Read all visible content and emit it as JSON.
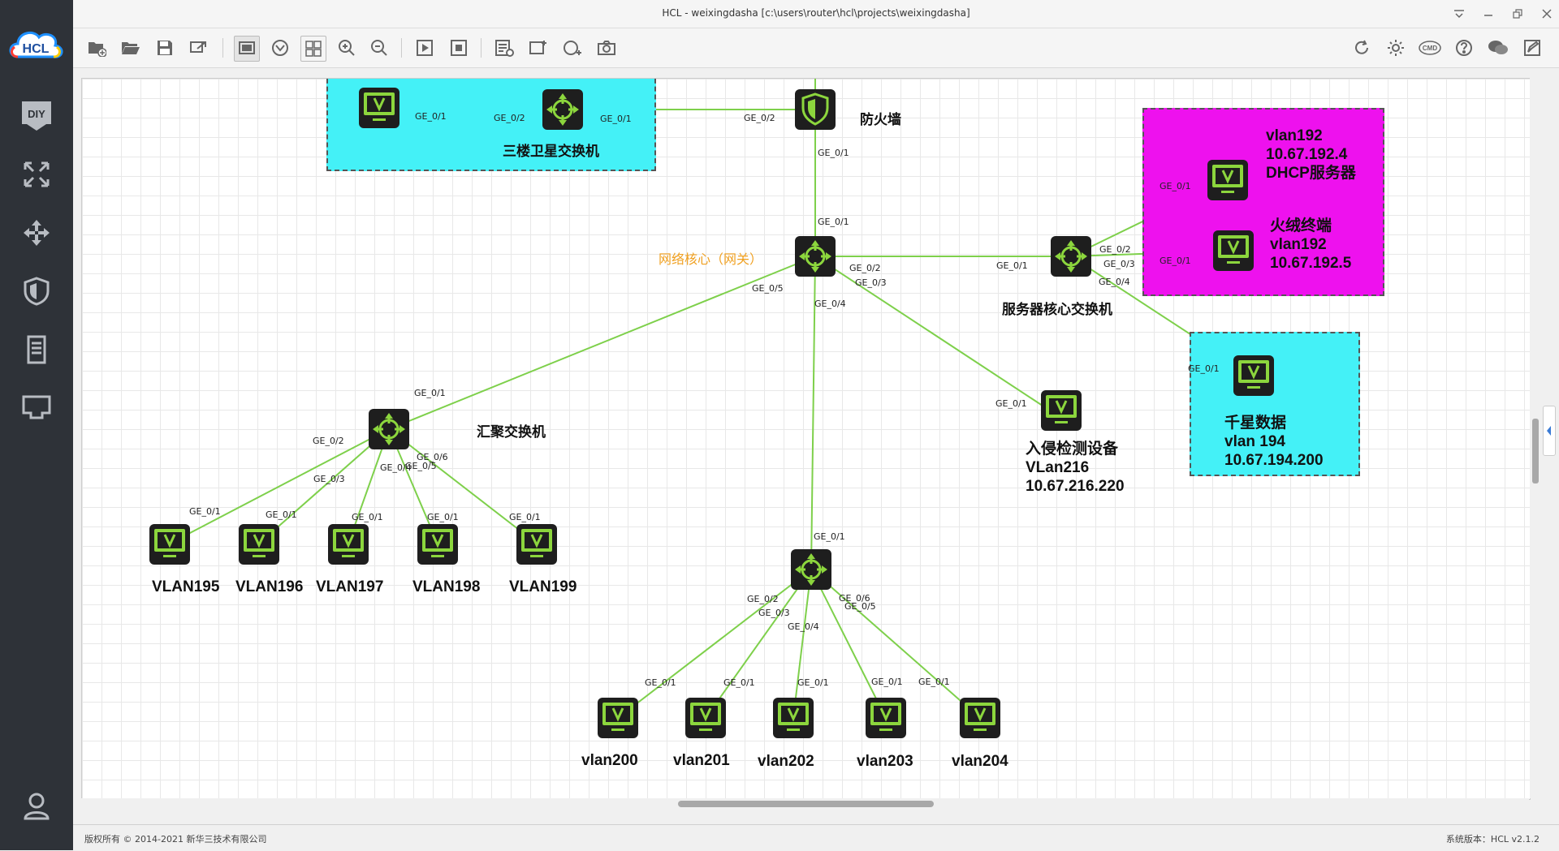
{
  "window": {
    "title": "HCL - weixingdasha [c:\\users\\router\\hcl\\projects\\weixingdasha]"
  },
  "app": {
    "logo_text": "HCL"
  },
  "sidebar": {
    "items": [
      {
        "name": "diy-icon",
        "label": "DIY"
      },
      {
        "name": "topology-icon"
      },
      {
        "name": "router-icon"
      },
      {
        "name": "firewall-icon"
      },
      {
        "name": "server-icon"
      },
      {
        "name": "port-icon"
      },
      {
        "name": "user-icon"
      }
    ]
  },
  "toolbar": {
    "left": [
      "new-project-icon",
      "open-folder-icon",
      "save-icon",
      "export-icon",
      "snapshot-icon",
      "virtual-icon",
      "grid-icon",
      "zoom-in-icon",
      "zoom-out-icon",
      "start-icon",
      "stop-icon",
      "list-icon",
      "add-device-icon",
      "add-link-icon",
      "camera-icon"
    ],
    "right": [
      "refresh-icon",
      "gear-icon",
      "cmd-icon",
      "help-icon",
      "wechat-icon",
      "feedback-icon"
    ],
    "cmd_label": "CMD"
  },
  "topology": {
    "areas": [
      {
        "id": "area-3f",
        "color": "#44f1f7"
      },
      {
        "id": "area-dhcp",
        "color": "#ee11ee"
      },
      {
        "id": "area-qianxing",
        "color": "#44f1f7"
      }
    ],
    "names": {
      "sanlou": "三楼卫星交换机",
      "firewall": "防火墙",
      "core": "网络核心（网关）",
      "server_core": "服务器核心交换机",
      "huiju": "汇聚交换机",
      "dhcp_l1": "vlan192",
      "dhcp_l2": "10.67.192.4",
      "dhcp_l3": "DHCP服务器",
      "hx_l1": "火绒终端",
      "hx_l2": "vlan192",
      "hx_l3": "10.67.192.5",
      "qx_l1": "千星数据",
      "qx_l2": "vlan 194",
      "qx_l3": "10.67.194.200",
      "ids_l1": "入侵检测设备",
      "ids_l2": "VLan216",
      "ids_l3": "10.67.216.220",
      "vlan195": "VLAN195",
      "vlan196": "VLAN196",
      "vlan197": "VLAN197",
      "vlan198": "VLAN198",
      "vlan199": "VLAN199",
      "vlan200": "vlan200",
      "vlan201": "vlan201",
      "vlan202": "vlan202",
      "vlan203": "vlan203",
      "vlan204": "vlan204"
    },
    "ports": {
      "p1": "GE_0/1",
      "p2": "GE_0/2",
      "p3": "GE_0/1",
      "p4": "GE_0/2",
      "p5": "GE_0/1",
      "p6": "GE_0/1",
      "p7": "GE_0/2",
      "p8": "GE_0/3",
      "p9": "GE_0/5",
      "p10": "GE_0/4",
      "p11": "GE_0/1",
      "p12": "GE_0/2",
      "p13": "GE_0/3",
      "p14": "GE_0/4",
      "p15": "GE_0/1",
      "p16": "GE_0/1",
      "p17": "GE_0/1",
      "p18": "GE_0/1",
      "p19": "GE_0/1",
      "p20": "GE_0/2",
      "p21": "GE_0/3",
      "p22": "GE_0/6",
      "p23": "GE_0/4",
      "p24": "GE_0/5",
      "p25": "GE_0/1",
      "p26": "GE_0/1",
      "p27": "GE_0/1",
      "p28": "GE_0/1",
      "p29": "GE_0/1",
      "p30": "GE_0/1",
      "p31": "GE_0/2",
      "p32": "GE_0/3",
      "p33": "GE_0/4",
      "p34": "GE_0/6",
      "p35": "GE_0/5",
      "p36": "GE_0/1",
      "p37": "GE_0/1",
      "p38": "GE_0/1",
      "p39": "GE_0/1",
      "p40": "GE_0/1"
    }
  },
  "status": {
    "copyright": "版权所有 © 2014-2021 新华三技术有限公司",
    "version": "系统版本：HCL v2.1.2"
  }
}
